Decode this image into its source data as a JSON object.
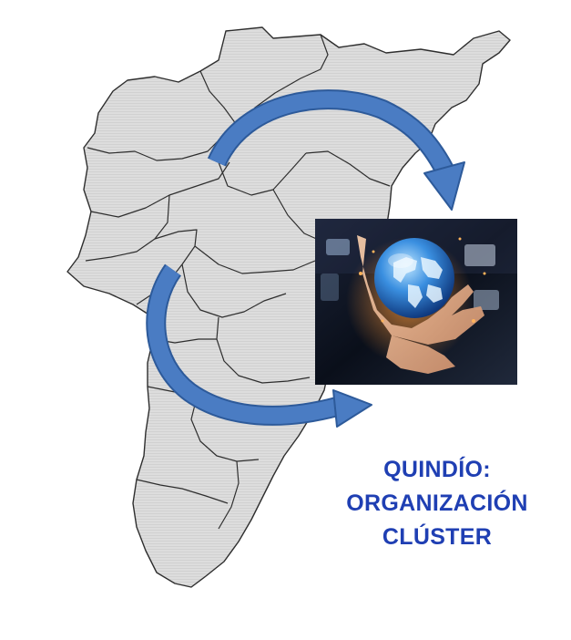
{
  "title": {
    "lines": [
      "QUINDÍO:",
      "ORGANIZACIÓN",
      "CLÚSTER"
    ]
  },
  "colors": {
    "title": "#1f3fb3",
    "map_fill": "#dcdcdc",
    "map_stroke": "#2e2e2e",
    "arrow": "#4a7cc3",
    "arrow_edge": "#2d5a9a",
    "photo_background": "#0d1220",
    "globe": "#2f7fd6"
  },
  "icons": {
    "map": "quindio-department-map",
    "arrows": "cycle-arrows-icon",
    "photo": "hand-holding-globe-photo"
  }
}
